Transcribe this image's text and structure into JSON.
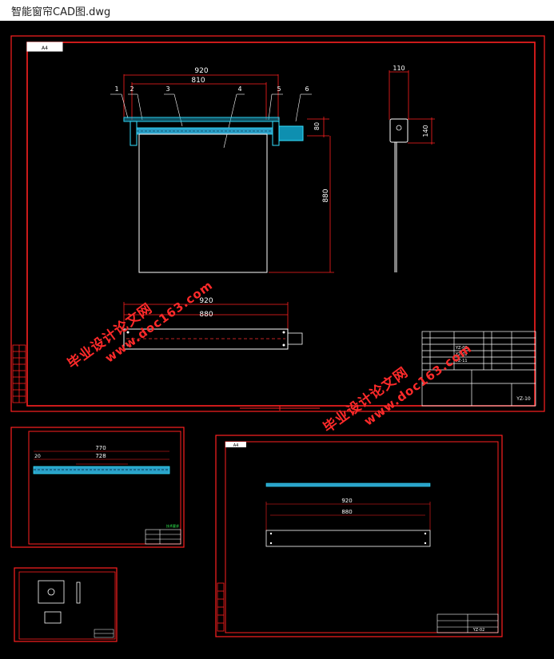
{
  "window": {
    "title": "智能窗帘CAD图.dwg"
  },
  "watermark": {
    "cn": "毕业设计论文网",
    "url": "www.doc163.com"
  },
  "sheets": {
    "main": {
      "size": "A4",
      "dims": {
        "top_width": "920",
        "inner_width": "810",
        "rail_height": "80",
        "panel_height": "880",
        "side_width": "110",
        "side_height": "140",
        "bar_width": "920",
        "bar_inner": "880"
      },
      "callouts": [
        "1",
        "2",
        "3",
        "4",
        "5",
        "6"
      ],
      "title_block": {
        "rows": [
          "YZ-09",
          "YZ-02",
          "YZ-11"
        ],
        "drawing_no": "YZ-10"
      }
    },
    "rail": {
      "dims": [
        "770",
        "728",
        "20"
      ],
      "note": "技术要求"
    },
    "bar": {
      "size": "A4",
      "dims": [
        "920",
        "880"
      ],
      "drawing_no": "YZ-02"
    }
  }
}
